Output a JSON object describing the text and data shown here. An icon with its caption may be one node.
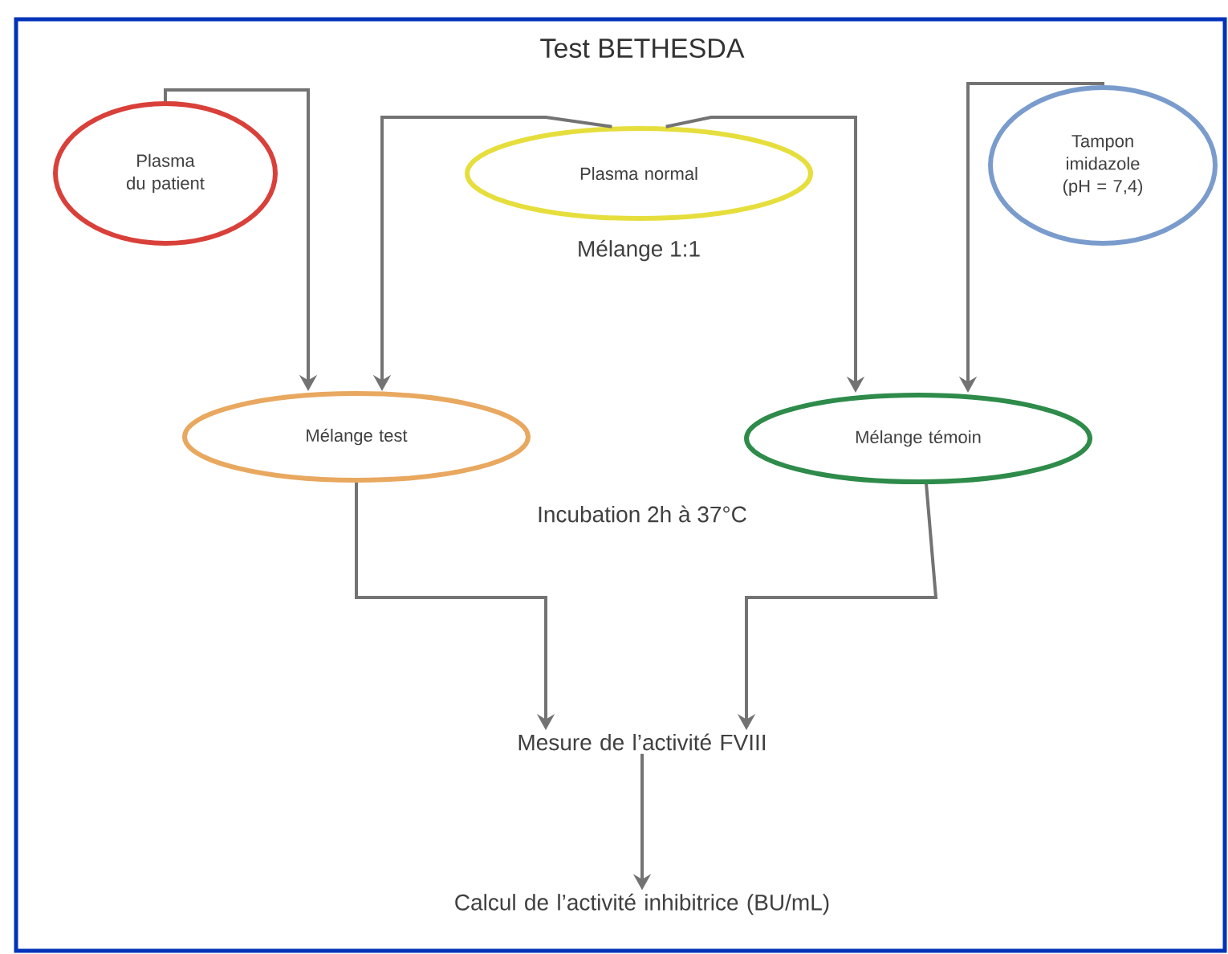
{
  "diagram": {
    "title": "Test BETHESDA",
    "nodes": [
      {
        "text": [
          "Plasma du patient"
        ]
      },
      {
        "text": [
          "Plasma normal"
        ]
      },
      {
        "text": [
          "Tampon imidazole (pH = 7,4)"
        ]
      },
      {
        "text": [
          "Mélange test"
        ]
      },
      {
        "text": [
          "Mélange témoin"
        ]
      },
      {
        "text": [
          "Mesure de l’activité FVIII"
        ]
      },
      {
        "text": [
          "Calcul de l’activité inhibitrice (BU/mL)"
        ]
      }
    ],
    "edges": [
      {
        "from": 0,
        "to": 3,
        "arrow": "to"
      },
      {
        "from": 1,
        "to": 3,
        "arrow": "to"
      },
      {
        "from": 1,
        "to": 4,
        "arrow": "to"
      },
      {
        "from": 2,
        "to": 4,
        "arrow": "to"
      },
      {
        "from": 3,
        "to": 5,
        "arrow": "to"
      },
      {
        "from": 4,
        "to": 5,
        "arrow": "to"
      },
      {
        "from": 5,
        "to": 6,
        "arrow": "to"
      }
    ],
    "labels": [
      "Mélange 1:1",
      "Incubation 2h à 37°C"
    ]
  }
}
